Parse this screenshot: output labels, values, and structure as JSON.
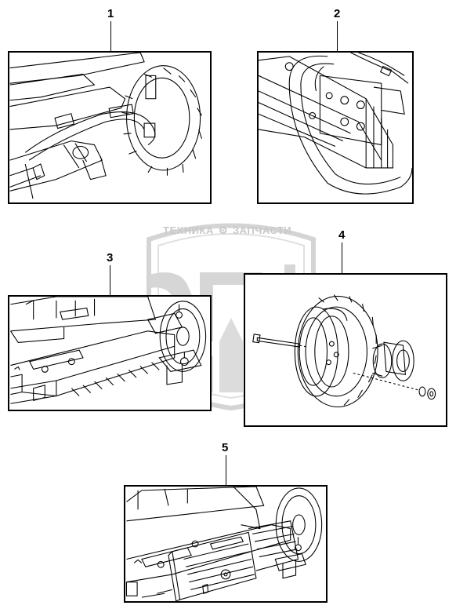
{
  "callouts": {
    "c1": "1",
    "c2": "2",
    "c3": "3",
    "c4": "4",
    "c5": "5"
  },
  "watermark": {
    "left_word": "ТЕХНИКА",
    "right_word": "ЗАПЧАСТИ",
    "icon": "gear-icon",
    "logo": "ЭПФ",
    "color": "#c9c9c9"
  },
  "panels": {
    "p1": {
      "subject": "wheel-with-wiring-harness"
    },
    "p2": {
      "subject": "frame-bracket-with-hose"
    },
    "p3": {
      "subject": "tow-frame-with-wheel"
    },
    "p4": {
      "subject": "exploded-wheel-hub"
    },
    "p5": {
      "subject": "frame-with-counterweight"
    }
  }
}
